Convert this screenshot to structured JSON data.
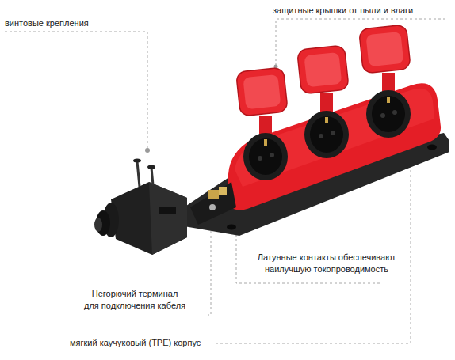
{
  "diagram": {
    "labels": [
      "защитные крышки от пыли и влаги",
      "винтовые крепления",
      "Латунные контакты обеспечивают наилучшую токопроводимость",
      "Негорючий терминал для подключения кабеля",
      "мягкий каучуковый (TPE) корпус"
    ]
  }
}
